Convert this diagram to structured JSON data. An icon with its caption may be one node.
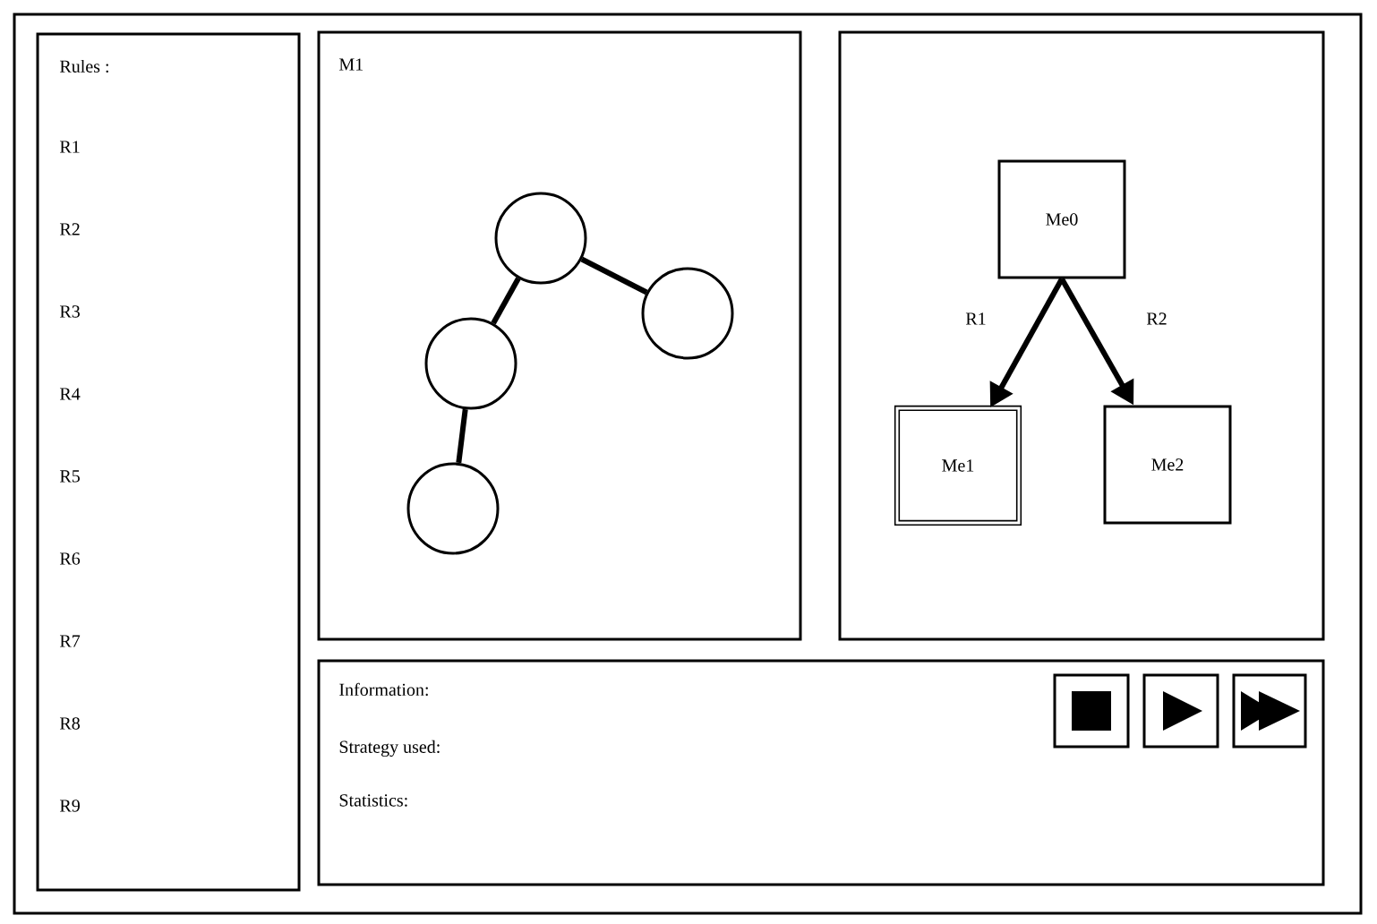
{
  "diagram": {
    "nodes": [
      {
        "text": [
          "Rules :",
          "R1",
          "R2",
          "R3",
          "R4",
          "R5",
          "R6",
          "R7",
          "R8",
          "R9"
        ]
      },
      {
        "text": [
          "M1"
        ]
      },
      {
        "text": [],
        "shape": "circle",
        "in": 1
      },
      {
        "text": [],
        "shape": "circle",
        "in": 1
      },
      {
        "text": [],
        "shape": "circle",
        "in": 1
      },
      {
        "text": [],
        "shape": "circle",
        "in": 1
      },
      {
        "text": [],
        "shape": "box"
      },
      {
        "text": [
          "Me0"
        ],
        "in": 6
      },
      {
        "text": [
          "Me1"
        ],
        "in": 6
      },
      {
        "text": [
          "Me2"
        ],
        "in": 6
      },
      {
        "text": [
          "Information:",
          "Strategy used:",
          "Statistics:"
        ]
      }
    ],
    "edges": [
      {
        "from": 2,
        "to": 3,
        "arrow": "none"
      },
      {
        "from": 2,
        "to": 4,
        "arrow": "none"
      },
      {
        "from": 4,
        "to": 5,
        "arrow": "none"
      },
      {
        "from": 7,
        "to": 8,
        "arrow": "to",
        "label": "R1"
      },
      {
        "from": 7,
        "to": 9,
        "arrow": "to",
        "label": "R2"
      }
    ]
  }
}
